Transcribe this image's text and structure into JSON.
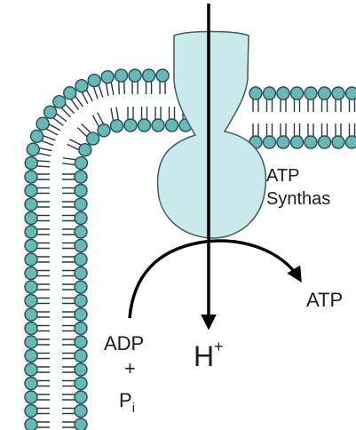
{
  "labels": {
    "atp_synthase_line1": "ATP",
    "atp_synthase_line2": "Synthas",
    "atp_product": "ATP",
    "adp": "ADP",
    "plus": "+",
    "phosphate": "P",
    "phosphate_sub": "i",
    "proton": "H",
    "proton_sup": "+"
  },
  "colors": {
    "lipid_head_fill": "#6ab8b4",
    "lipid_head_stroke": "#1f4f55",
    "lipid_tail": "#2a3a3f",
    "protein_fill": "#c9e9ea",
    "protein_stroke": "#3f5c61",
    "arrow": "#000000",
    "text": "#1c1c1c",
    "background": "#ffffff"
  }
}
